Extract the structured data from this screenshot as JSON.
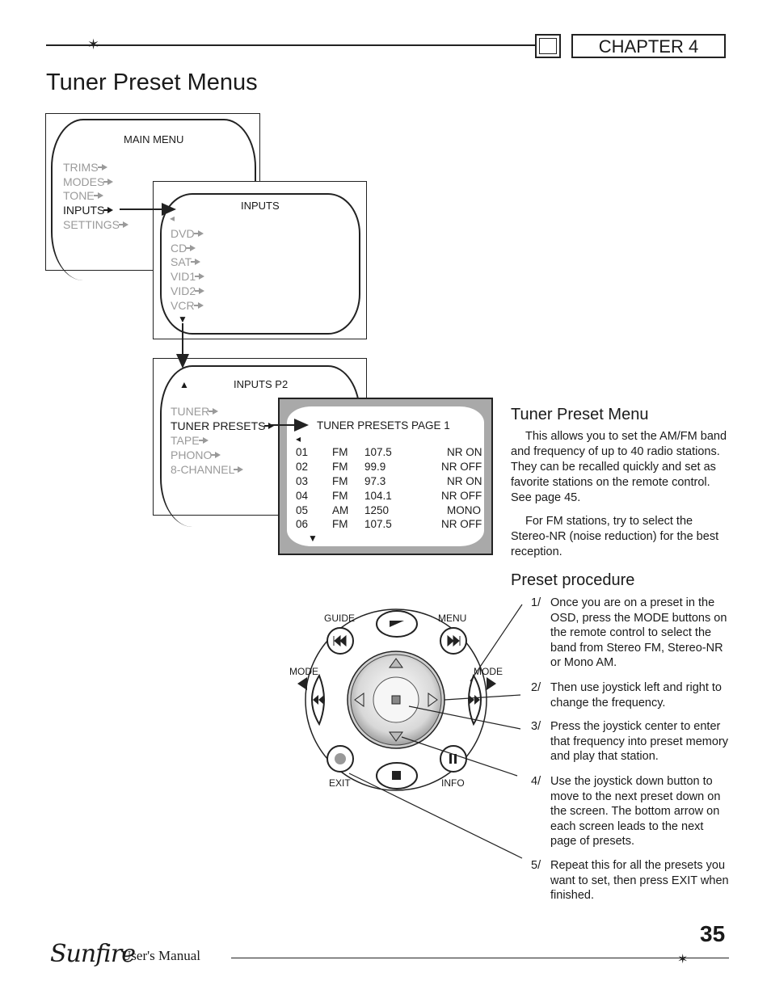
{
  "header": {
    "chapter": "CHAPTER 4"
  },
  "title": "Tuner Preset Menus",
  "main_menu": {
    "heading": "MAIN MENU",
    "items": [
      "TRIMS",
      "MODES",
      "TONE",
      "INPUTS",
      "SETTINGS"
    ],
    "selected": "INPUTS"
  },
  "inputs_menu": {
    "heading": "INPUTS",
    "items": [
      "DVD",
      "CD",
      "SAT",
      "VID1",
      "VID2",
      "VCR"
    ]
  },
  "inputs_p2_menu": {
    "heading": "INPUTS P2",
    "items": [
      "TUNER",
      "TUNER PRESETS",
      "TAPE",
      "PHONO",
      "8-CHANNEL"
    ],
    "selected": "TUNER PRESETS"
  },
  "presets_menu": {
    "heading": "TUNER PRESETS PAGE 1",
    "rows": [
      {
        "num": "01",
        "band": "FM",
        "freq": "107.5",
        "mode": "NR ON"
      },
      {
        "num": "02",
        "band": "FM",
        "freq": "99.9",
        "mode": "NR OFF"
      },
      {
        "num": "03",
        "band": "FM",
        "freq": "97.3",
        "mode": "NR ON"
      },
      {
        "num": "04",
        "band": "FM",
        "freq": "104.1",
        "mode": "NR OFF"
      },
      {
        "num": "05",
        "band": "AM",
        "freq": "1250",
        "mode": "MONO"
      },
      {
        "num": "06",
        "band": "FM",
        "freq": "107.5",
        "mode": "NR OFF"
      }
    ]
  },
  "section1": {
    "heading": "Tuner Preset Menu",
    "p1": "This allows you to set the AM/FM band and frequency of up to 40 radio stations. They can be recalled quickly and set as favorite stations on the remote control. See page 45.",
    "p2": "For FM stations, try to select the Stereo-NR (noise reduction) for the best reception."
  },
  "section2": {
    "heading": "Preset procedure",
    "steps": [
      {
        "n": "1/",
        "text": "Once you are on a preset in the OSD, press the MODE buttons on the remote control to select the band from Stereo FM, Stereo-NR or Mono AM."
      },
      {
        "n": "2/",
        "text": "Then use joystick left and right to change the frequency."
      },
      {
        "n": "3/",
        "text": "Press the joystick center to enter that frequency into preset memory and play that station."
      },
      {
        "n": "4/",
        "text": "Use the joystick down button to move to the next preset down on the screen. The bottom arrow on each screen leads to the next page of presets."
      },
      {
        "n": "5/",
        "text": "Repeat this for all the presets you want to set, then press EXIT when finished."
      }
    ]
  },
  "remote_labels": {
    "guide": "GUIDE",
    "menu": "MENU",
    "mode_left": "MODE",
    "mode_right": "MODE",
    "exit": "EXIT",
    "info": "INFO"
  },
  "footer": {
    "brand": "Sunfire",
    "manual": "User's Manual",
    "page": "35"
  }
}
